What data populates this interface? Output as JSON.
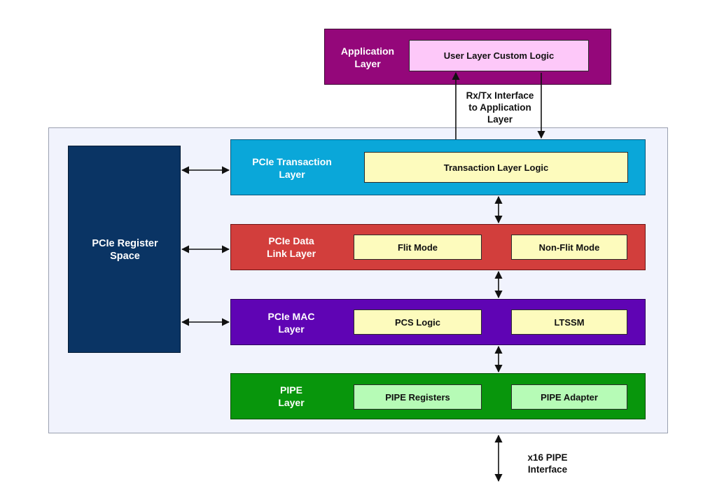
{
  "application": {
    "label": "Application\nLayer",
    "user_logic": "User Layer Custom Logic",
    "color": "#94077a",
    "inner_color": "#fdc8f9"
  },
  "interface_note": "Rx/Tx Interface\nto Application\nLayer",
  "register_space": {
    "label": "PCIe Register\nSpace",
    "color": "#0a3464"
  },
  "transaction": {
    "label": "PCIe Transaction\nLayer",
    "logic": "Transaction Layer Logic",
    "color": "#0aa7d9"
  },
  "data_link": {
    "label": "PCIe Data\nLink Layer",
    "blocks": [
      "Flit Mode",
      "Non-Flit Mode"
    ],
    "color": "#d23e3c"
  },
  "mac": {
    "label": "PCIe MAC\nLayer",
    "blocks": [
      "PCS Logic",
      "LTSSM"
    ],
    "color": "#5f04b4"
  },
  "pipe": {
    "label": "PIPE\nLayer",
    "blocks": [
      "PIPE Registers",
      "PIPE Adapter"
    ],
    "color": "#08960c",
    "inner_color": "#b6fbb6"
  },
  "pipe_note": "x16 PIPE\nInterface",
  "inner_block_color": "#fdfbbd"
}
